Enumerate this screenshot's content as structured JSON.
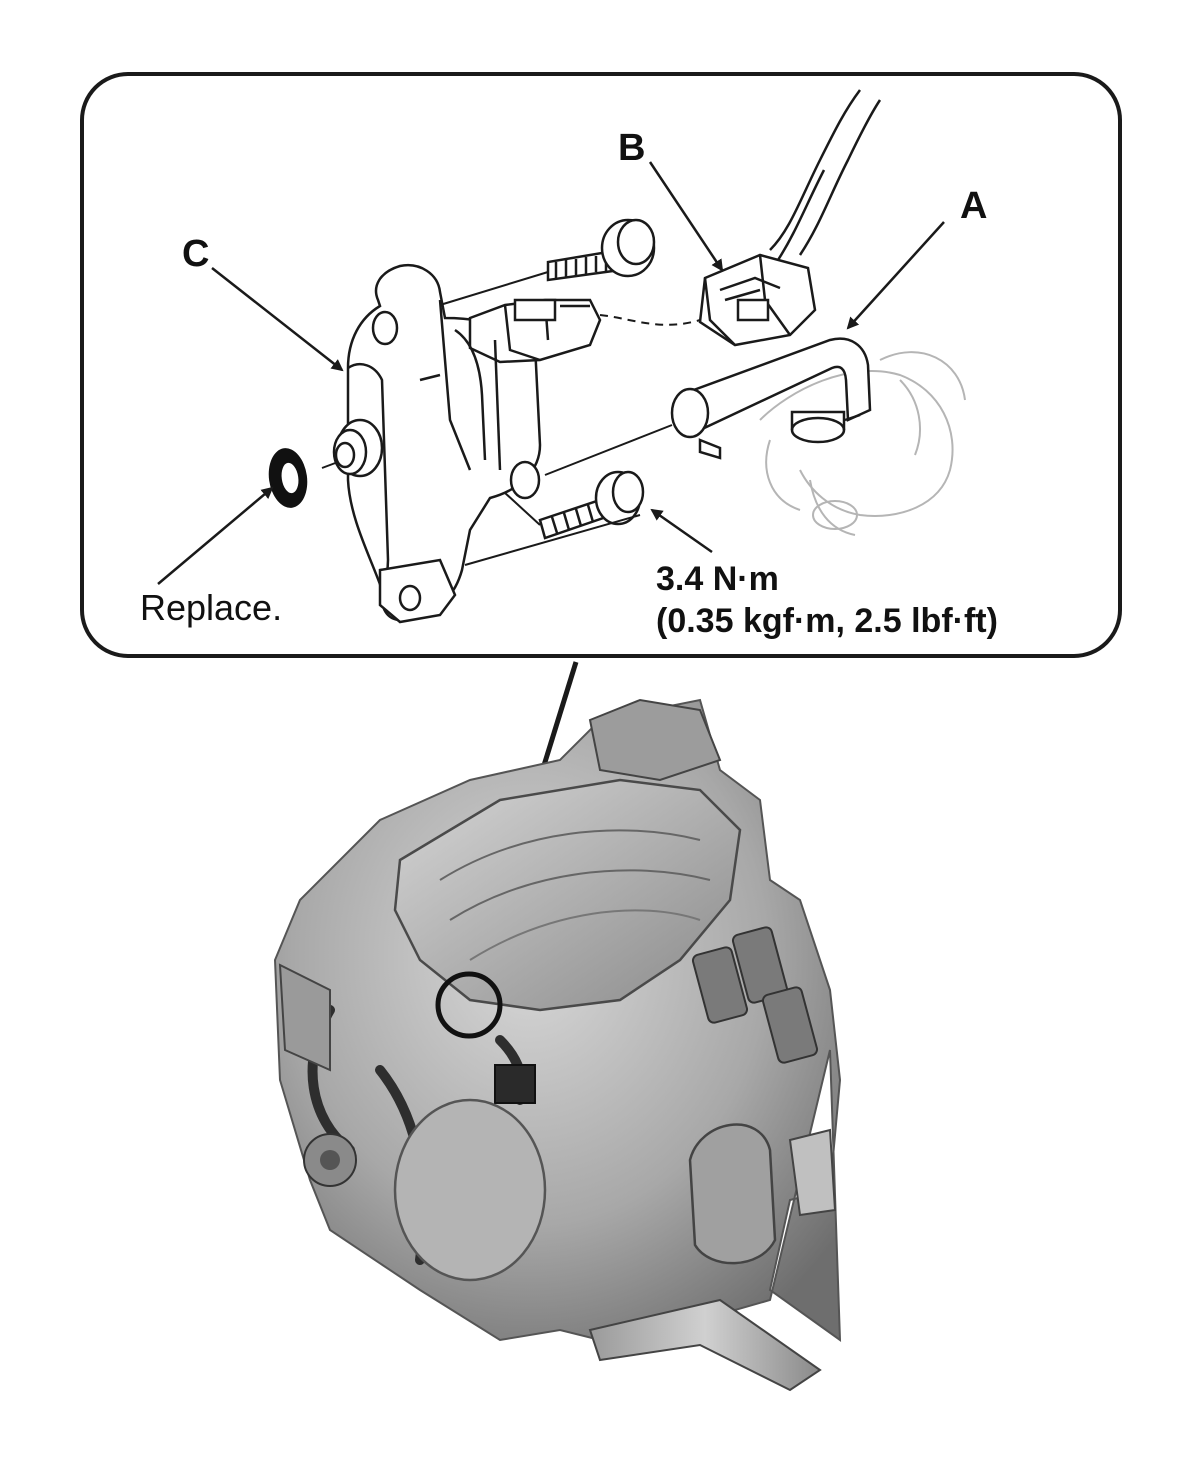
{
  "callouts": {
    "a": "A",
    "b": "B",
    "c": "C"
  },
  "notes": {
    "replace": "Replace.",
    "torque_line1": "3.4 N·m",
    "torque_line2": "(0.35 kgf·m, 2.5 lbf·ft)"
  },
  "colors": {
    "line": "#1a1a1a",
    "engine_dark": "#3a3a3a",
    "engine_mid": "#8c8c8c",
    "engine_light": "#c8c8c8",
    "background": "#ffffff"
  }
}
